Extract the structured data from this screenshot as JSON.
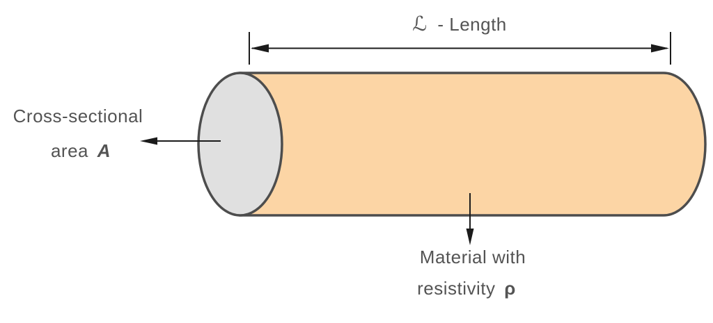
{
  "canvas": {
    "width": "1024",
    "height": "465",
    "background": "#ffffff"
  },
  "labels": {
    "length": {
      "symbol": "ℒ",
      "text": "- Length"
    },
    "cross_section": {
      "line1": "Cross-sectional",
      "line2_text": "area",
      "line2_symbol": "A"
    },
    "material": {
      "line1": "Material with",
      "line2_text": "resistivity",
      "line2_symbol": "ρ"
    }
  },
  "colors": {
    "body_fill": "#fcd5a5",
    "face_fill": "#e0e0e0",
    "outline": "#4d4d4d",
    "text": "#545454",
    "arrow": "#1b1b1b",
    "background": "#ffffff"
  }
}
